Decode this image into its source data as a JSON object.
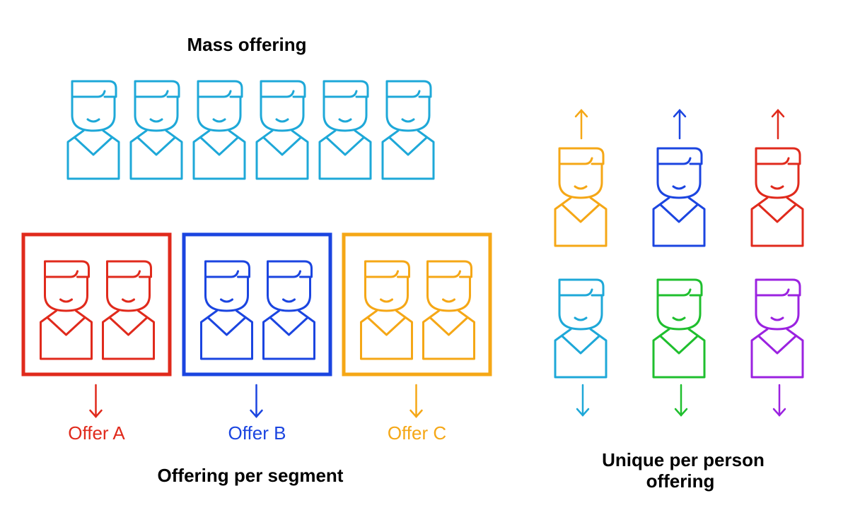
{
  "colors": {
    "cyan": "#1ea8d8",
    "red": "#e02a1c",
    "blue": "#1b45e0",
    "orange": "#f5a716",
    "green": "#1fbf2e",
    "purple": "#9b22e0",
    "text": "#000000"
  },
  "titles": {
    "mass": "Mass offering",
    "segment": "Offering per segment",
    "unique_line1": "Unique per person",
    "unique_line2": "offering"
  },
  "mass": {
    "color": "cyan",
    "people": [
      "person-1",
      "person-2",
      "person-3",
      "person-4",
      "person-5",
      "person-6"
    ]
  },
  "segments": [
    {
      "color": "red",
      "label": "Offer A",
      "arrow": "down",
      "people": 2
    },
    {
      "color": "blue",
      "label": "Offer B",
      "arrow": "down",
      "people": 2
    },
    {
      "color": "orange",
      "label": "Offer C",
      "arrow": "down",
      "people": 2
    }
  ],
  "unique": [
    {
      "color": "orange",
      "arrow": "up"
    },
    {
      "color": "blue",
      "arrow": "up"
    },
    {
      "color": "red",
      "arrow": "up"
    },
    {
      "color": "cyan",
      "arrow": "down"
    },
    {
      "color": "green",
      "arrow": "down"
    },
    {
      "color": "purple",
      "arrow": "down"
    }
  ]
}
